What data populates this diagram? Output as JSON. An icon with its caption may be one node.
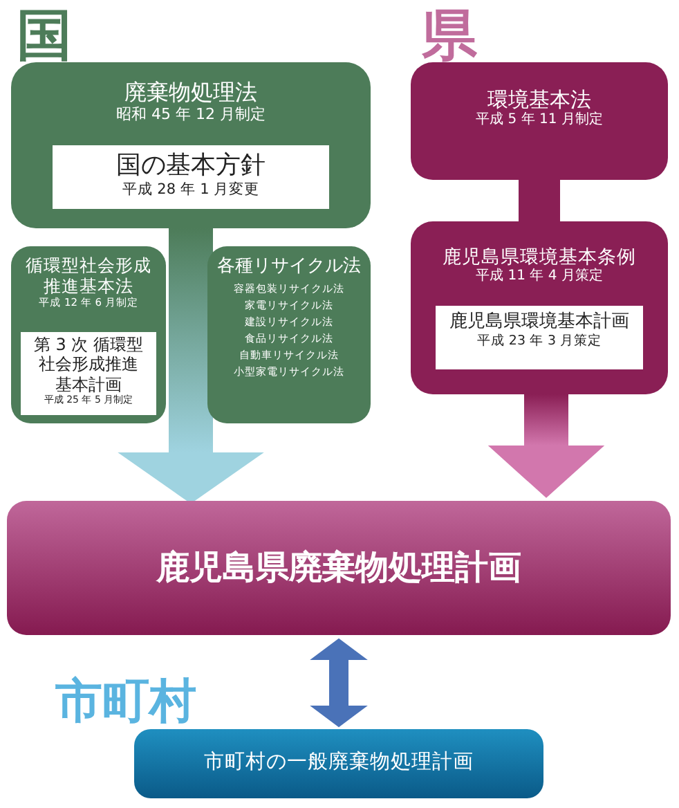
{
  "diagram": {
    "nodes": [
      {
        "text": [
          "廃棄物処理法",
          "昭和 45 年 12 月制定"
        ]
      },
      {
        "text": [
          "国の基本方針",
          "平成 28 年 1 月変更"
        ],
        "in": 0
      },
      {
        "text": [
          "循環型社会形成推進基本法",
          "平成 12 年 6 月制定"
        ]
      },
      {
        "text": [
          "第 3 次 循環型社会形成推進基本計画",
          "平成 25 年 5 月制定"
        ],
        "in": 2
      },
      {
        "text": [
          "各種リサイクル法",
          "容器包装リサイクル法",
          "家電リサイクル法",
          "建設リサイクル法",
          "食品リサイクル法",
          "自動車リサイクル法",
          "小型家電リサイクル法"
        ]
      },
      {
        "text": [
          "環境基本法",
          "平成 5 年 11 月制定"
        ]
      },
      {
        "text": [
          "鹿児島県環境基本条例",
          "平成 11 年 4 月策定"
        ]
      },
      {
        "text": [
          "鹿児島県環境基本計画",
          "平成 23 年 3 月策定"
        ],
        "in": 6
      },
      {
        "text": [
          "鹿児島県廃棄物処理計画"
        ]
      },
      {
        "text": [
          "市町村の一般廃棄物処理計画"
        ]
      }
    ],
    "edges": [
      {
        "from": 0,
        "to": 8,
        "arrow": "to",
        "style": "thick"
      },
      {
        "from": 5,
        "to": 6,
        "arrow": "none",
        "style": "thick"
      },
      {
        "from": 6,
        "to": 8,
        "arrow": "to",
        "style": "thick"
      },
      {
        "from": 8,
        "to": 9,
        "arrow": "both",
        "color": "#4a72b8"
      }
    ],
    "labels": [
      "国",
      "県",
      "市町村"
    ]
  }
}
